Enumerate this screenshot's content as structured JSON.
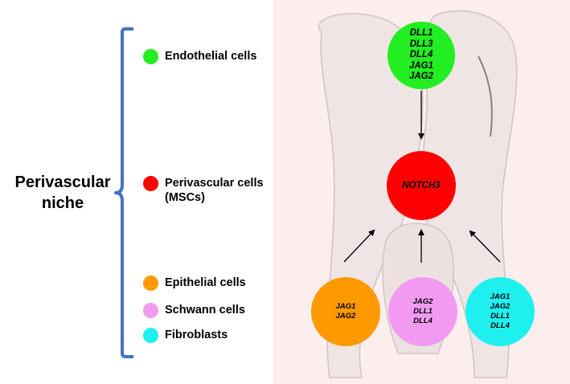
{
  "niche_title": "Perivascular\nniche",
  "legend": [
    {
      "label": "Endothelial cells",
      "color": "#22ee22",
      "icon": "green-dot-icon"
    },
    {
      "label": "Perivascular cells\n(MSCs)",
      "color": "#ff0000",
      "icon": "red-dot-icon"
    },
    {
      "label": "Epithelial cells",
      "color": "#ff9900",
      "icon": "orange-dot-icon"
    },
    {
      "label": "Schwann cells",
      "color": "#f29af2",
      "icon": "pink-dot-icon"
    },
    {
      "label": "Fibroblasts",
      "color": "#1ef0f0",
      "icon": "cyan-dot-icon"
    }
  ],
  "nodes": {
    "endothelial": {
      "text": "DLL1\nDLL3\nDLL4\nJAG1\nJAG2",
      "color": "#22ee22"
    },
    "perivascular": {
      "text": "NOTCH3",
      "color": "#ff0000"
    },
    "epithelial": {
      "text": "JAG1\nJAG2",
      "color": "#ff9900"
    },
    "schwann": {
      "text": "JAG2\nDLL1\nDLL4",
      "color": "#f29af2"
    },
    "fibroblast": {
      "text": "JAG1\nJAG2\nDLL1\nDLL4",
      "color": "#1ef0f0"
    }
  },
  "colors": {
    "brace": "#4472c4",
    "background_panel": "#fbeeed",
    "arrow": "#000000"
  }
}
